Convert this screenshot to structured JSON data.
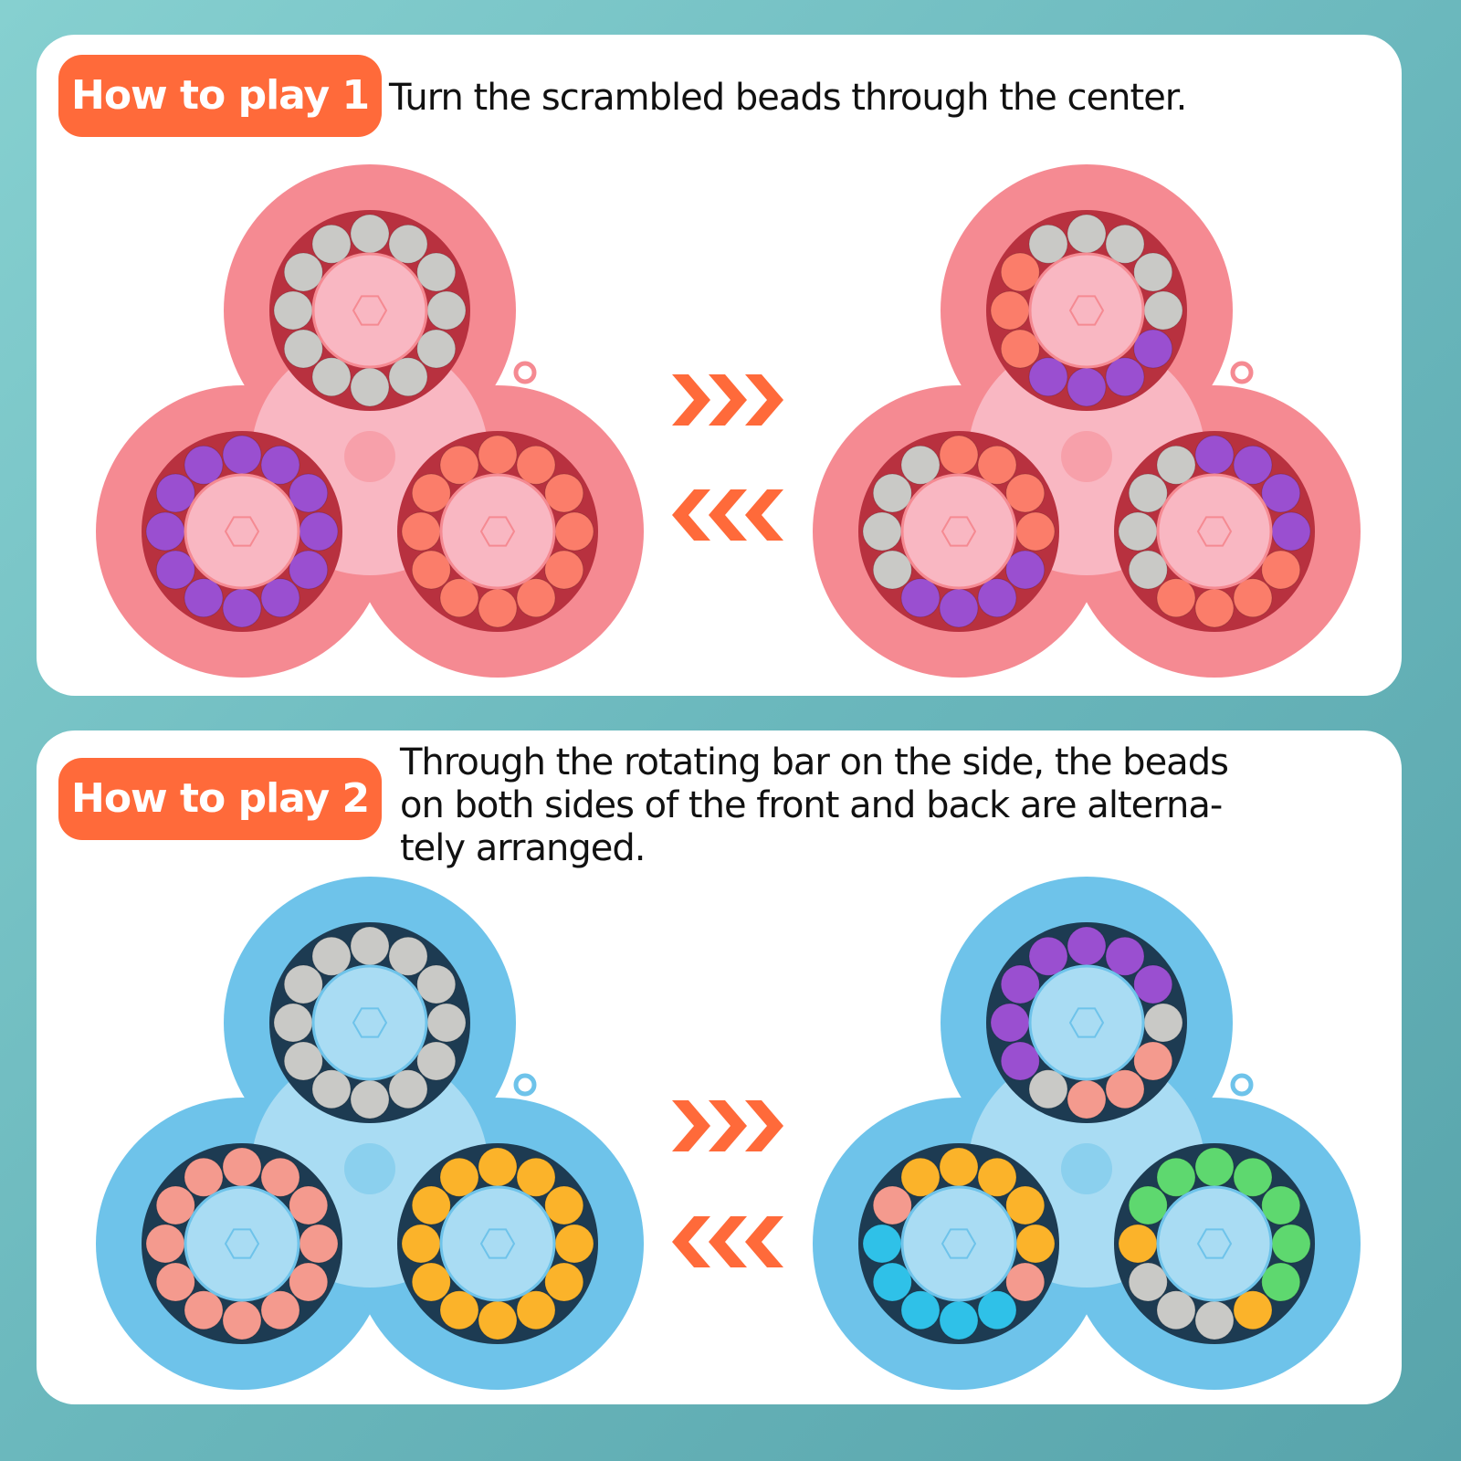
{
  "section1": {
    "badge": "How to play 1",
    "description": "Turn the scrambled beads through the center."
  },
  "section2": {
    "badge": "How to play 2",
    "description_lines": [
      "Through the rotating bar on the side, the beads",
      "on both sides of the front and back are alterna-",
      "tely arranged."
    ]
  },
  "colors": {
    "badge": "#ff6a3a",
    "arrow": "#ff6a3a",
    "pink_body": "#f58a92",
    "pink_light": "#f9b7c2",
    "blue_body": "#6ec3ea",
    "blue_light": "#a9dcf3",
    "grey": "#c9c9c6",
    "purple": "#9a4fd0",
    "salmon": "#fb7d6a",
    "peach": "#f49a8e",
    "orange": "#fbb32a",
    "cyan": "#2fc1e8",
    "green": "#5ed86f"
  },
  "puzzles": [
    {
      "name": "pink-puzzle-scrambled",
      "theme": "pink",
      "rings": [
        [
          "grey",
          "grey",
          "grey",
          "grey",
          "grey",
          "grey",
          "grey",
          "grey",
          "grey",
          "grey",
          "grey",
          "grey"
        ],
        [
          "purple",
          "purple",
          "purple",
          "purple",
          "purple",
          "purple",
          "purple",
          "purple",
          "purple",
          "purple",
          "purple",
          "purple"
        ],
        [
          "salmon",
          "salmon",
          "salmon",
          "salmon",
          "salmon",
          "salmon",
          "salmon",
          "salmon",
          "salmon",
          "salmon",
          "salmon",
          "salmon"
        ]
      ]
    },
    {
      "name": "pink-puzzle-result",
      "theme": "pink",
      "rings": [
        [
          "grey",
          "grey",
          "grey",
          "grey",
          "purple",
          "purple",
          "purple",
          "purple",
          "salmon",
          "salmon",
          "salmon",
          "grey"
        ],
        [
          "salmon",
          "salmon",
          "salmon",
          "salmon",
          "purple",
          "purple",
          "purple",
          "purple",
          "grey",
          "grey",
          "grey",
          "grey"
        ],
        [
          "purple",
          "purple",
          "purple",
          "purple",
          "salmon",
          "salmon",
          "salmon",
          "salmon",
          "grey",
          "grey",
          "grey",
          "grey"
        ]
      ]
    },
    {
      "name": "blue-puzzle-start",
      "theme": "blue",
      "rings": [
        [
          "grey",
          "grey",
          "grey",
          "grey",
          "grey",
          "grey",
          "grey",
          "grey",
          "grey",
          "grey",
          "grey",
          "grey"
        ],
        [
          "peach",
          "peach",
          "peach",
          "peach",
          "peach",
          "peach",
          "peach",
          "peach",
          "peach",
          "peach",
          "peach",
          "peach"
        ],
        [
          "orange",
          "orange",
          "orange",
          "orange",
          "orange",
          "orange",
          "orange",
          "orange",
          "orange",
          "orange",
          "orange",
          "orange"
        ]
      ]
    },
    {
      "name": "blue-puzzle-result",
      "theme": "blue",
      "rings": [
        [
          "purple",
          "purple",
          "purple",
          "grey",
          "peach",
          "peach",
          "peach",
          "grey",
          "purple",
          "purple",
          "purple",
          "purple"
        ],
        [
          "orange",
          "orange",
          "orange",
          "orange",
          "peach",
          "cyan",
          "cyan",
          "cyan",
          "cyan",
          "cyan",
          "peach",
          "orange"
        ],
        [
          "green",
          "green",
          "green",
          "green",
          "green",
          "orange",
          "grey",
          "grey",
          "grey",
          "orange",
          "green",
          "green"
        ]
      ]
    }
  ]
}
